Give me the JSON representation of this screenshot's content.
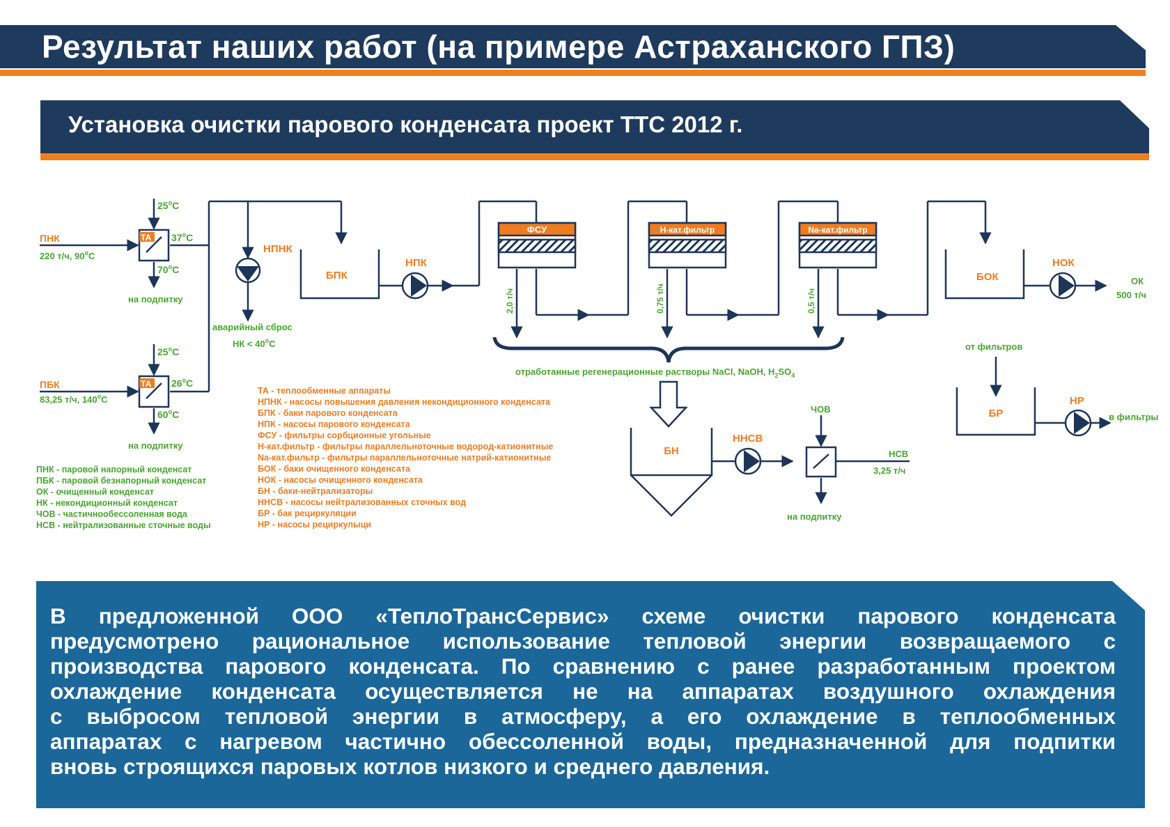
{
  "header": {
    "title": "Результат наших работ (на примере Астраханского ГПЗ)",
    "subtitle": "Установка очистки парового конденсата проект ТТС 2012 г."
  },
  "colors": {
    "navy": "#1e3a5c",
    "orange": "#f07f1e",
    "blue_box": "#1b6799",
    "label_orange": "#ee7d22",
    "label_green": "#47a62f"
  },
  "scheme": {
    "hx_top": {
      "inlet_label": "ПНК",
      "inlet_flow": "220 т/ч, 90",
      "ta_label": "ТА",
      "t_top": "25",
      "t_out": "37",
      "t_bottom": "70",
      "to_feed": "на подпитку"
    },
    "hx_bottom": {
      "inlet_label": "ПБК",
      "inlet_flow": "83,25 т/ч, 140",
      "ta_label": "ТА",
      "t_top": "25",
      "t_out": "26",
      "t_bottom": "60",
      "to_feed": "на подпитку"
    },
    "degree": "o",
    "deg_c": "С",
    "npnk": "НПНК",
    "emergency": "аварийный сброс",
    "nk_limit": "НК < 40",
    "bpk": "БПК",
    "npk": "НПК",
    "fsu": "ФСУ",
    "h_filter": "Н-кат.фильтр",
    "na_filter": "Na-кат.фильтр",
    "flow_fsu": "2,0 т/ч",
    "flow_h": "0,75 т/ч",
    "flow_na": "0,5 т/ч",
    "spent_solutions": "отработанные регенерационные растворы NaCl, NaOH, H",
    "sub_2": "2",
    "so": "SO",
    "sub_4": "4",
    "bok": "БОК",
    "nok": "НОК",
    "ok": "ОК",
    "ok_flow": "500 т/ч",
    "from_filters": "от фильтров",
    "br": "БР",
    "nr": "НР",
    "to_filters": "в фильтры",
    "bn": "БН",
    "nnsv": "ННСВ",
    "chov": "ЧОВ",
    "nsv": "НСВ",
    "nsv_flow": "3,25 т/ч",
    "to_feed": "на подпитку"
  },
  "legend_green": [
    "ПНК - паровой напорный конденсат",
    "ПБК - паровой безнапорный конденсат",
    "ОК - очищенный конденсат",
    "НК - некондиционный конденсат",
    "ЧОВ - частичнообессоленная вода",
    "НСВ - нейтрализованные сточные воды"
  ],
  "legend_orange": [
    "ТА - теплообменные аппараты",
    "НПНК - насосы повышения давления некондиционного конденсата",
    "БПК - баки парового конденсата",
    "НПК - насосы парового конденсата",
    "ФСУ - фильтры сорбционные угольные",
    "Н-кат.фильтр - фильтры параллельноточные водород-катионитные",
    "Na-кат.фильтр - фильтры параллельноточные натрий-катионитные",
    "БОК - баки очищенного конденсата",
    "НОК - насосы очищенного конденсата",
    "БН - баки-нейтрализаторы",
    "ННСВ - насосы нейтрализованных сточных вод",
    "БР - бак рециркуляции",
    "НР - насосы рециркулыци"
  ],
  "description_lines": [
    "В предложенной ООО «ТеплоТрансСервис» схеме очистки парового конденсата",
    "предусмотрено рациональное использование тепловой энергии возвращаемого с",
    "производства парового конденсата. По сравнению с ранее разработанным проектом",
    "охлаждение конденсата осуществляется не на аппаратах воздушного охлаждения",
    "с выбросом тепловой энергии в атмосферу, а его охлаждение в теплообменных",
    "аппаратах с нагревом частично обессоленной воды, предназначенной для подпитки",
    "вновь строящихся паровых котлов низкого и среднего давления."
  ]
}
